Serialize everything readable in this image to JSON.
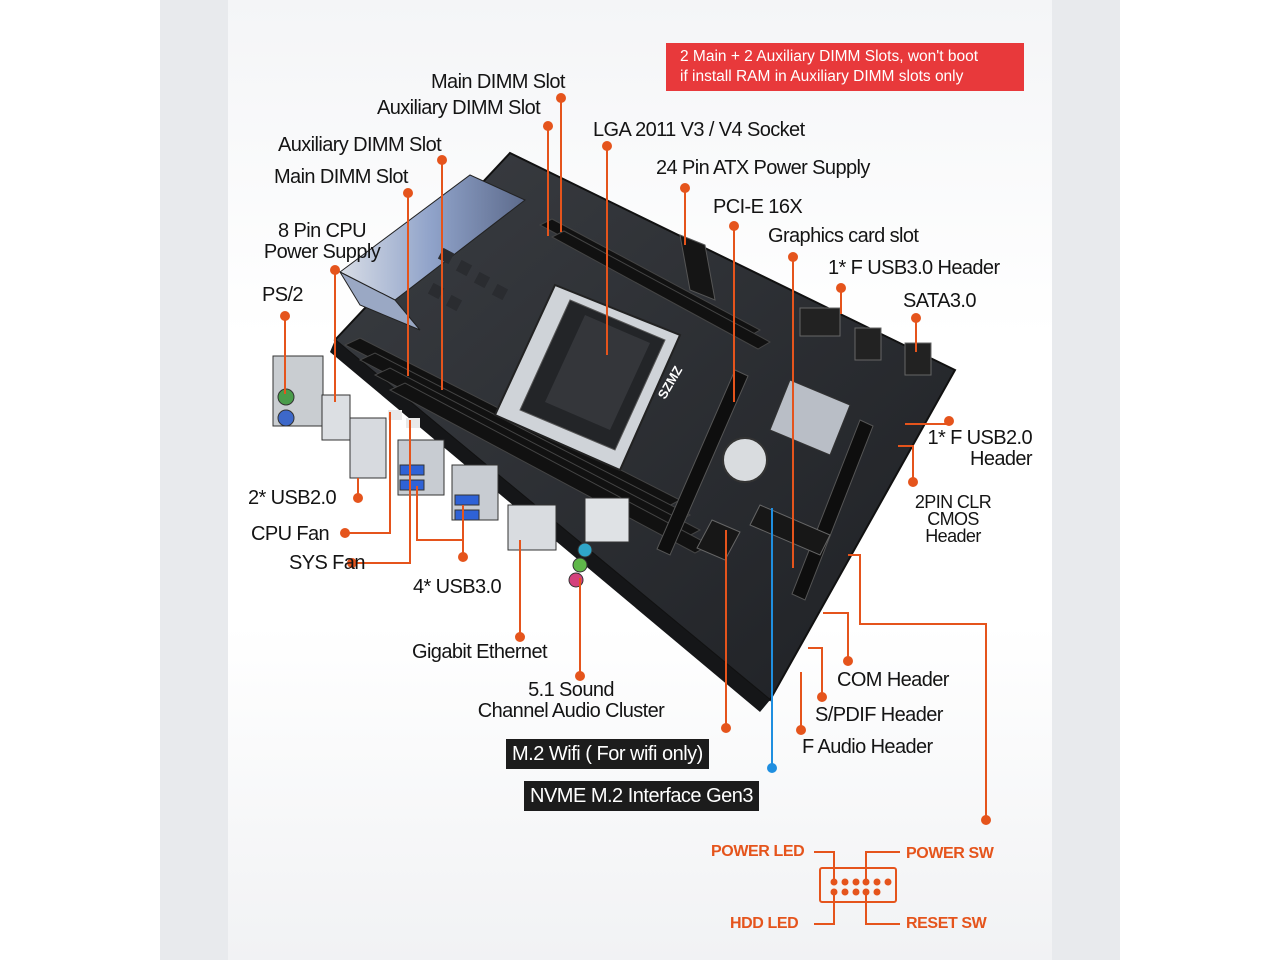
{
  "warning": {
    "line1": "2 Main + 2 Auxiliary DIMM Slots, won't boot",
    "line2": "if install RAM in Auxiliary DIMM slots only"
  },
  "labels": {
    "main_dimm_top": "Main DIMM Slot",
    "aux_dimm_top": "Auxiliary DIMM Slot",
    "lga_socket": "LGA 2011 V3 / V4 Socket",
    "atx_24pin": "24 Pin ATX Power Supply",
    "pcie_16x": "PCI-E 16X",
    "graphics_slot": "Graphics card slot",
    "usb3_header": "1* F USB3.0 Header",
    "sata3": "SATA3.0",
    "aux_dimm_left": "Auxiliary DIMM Slot",
    "main_dimm_left": "Main DIMM Slot",
    "cpu_power_l1": "8 Pin CPU",
    "cpu_power_l2": "Power Supply",
    "ps2": "PS/2",
    "usb2_header_l1": "1* F USB2.0",
    "usb2_header_l2": "Header",
    "clr_cmos_l1": "2PIN CLR",
    "clr_cmos_l2": "CMOS",
    "clr_cmos_l3": "Header",
    "usb2_rear": "2* USB2.0",
    "cpu_fan": "CPU Fan",
    "sys_fan": "SYS Fan",
    "usb3_rear": "4* USB3.0",
    "gigabit_ethernet": "Gigabit Ethernet",
    "sound_l1": "5.1 Sound",
    "sound_l2": "Channel Audio Cluster",
    "com_header": "COM Header",
    "spdif_header": "S/PDIF Header",
    "f_audio_header": "F Audio Header",
    "m2_wifi": "M.2 Wifi ( For wifi only)",
    "nvme_m2": "NVME M.2 Interface Gen3"
  },
  "front_panel": {
    "power_led": "POWER LED",
    "power_sw": "POWER SW",
    "hdd_led": "HDD  LED",
    "reset_sw": "RESET SW"
  },
  "board_marking": "SZMZ",
  "colors": {
    "callout": "#e5541c",
    "nvme_line": "#1f8fe0",
    "warning_bg": "#e8393b"
  }
}
